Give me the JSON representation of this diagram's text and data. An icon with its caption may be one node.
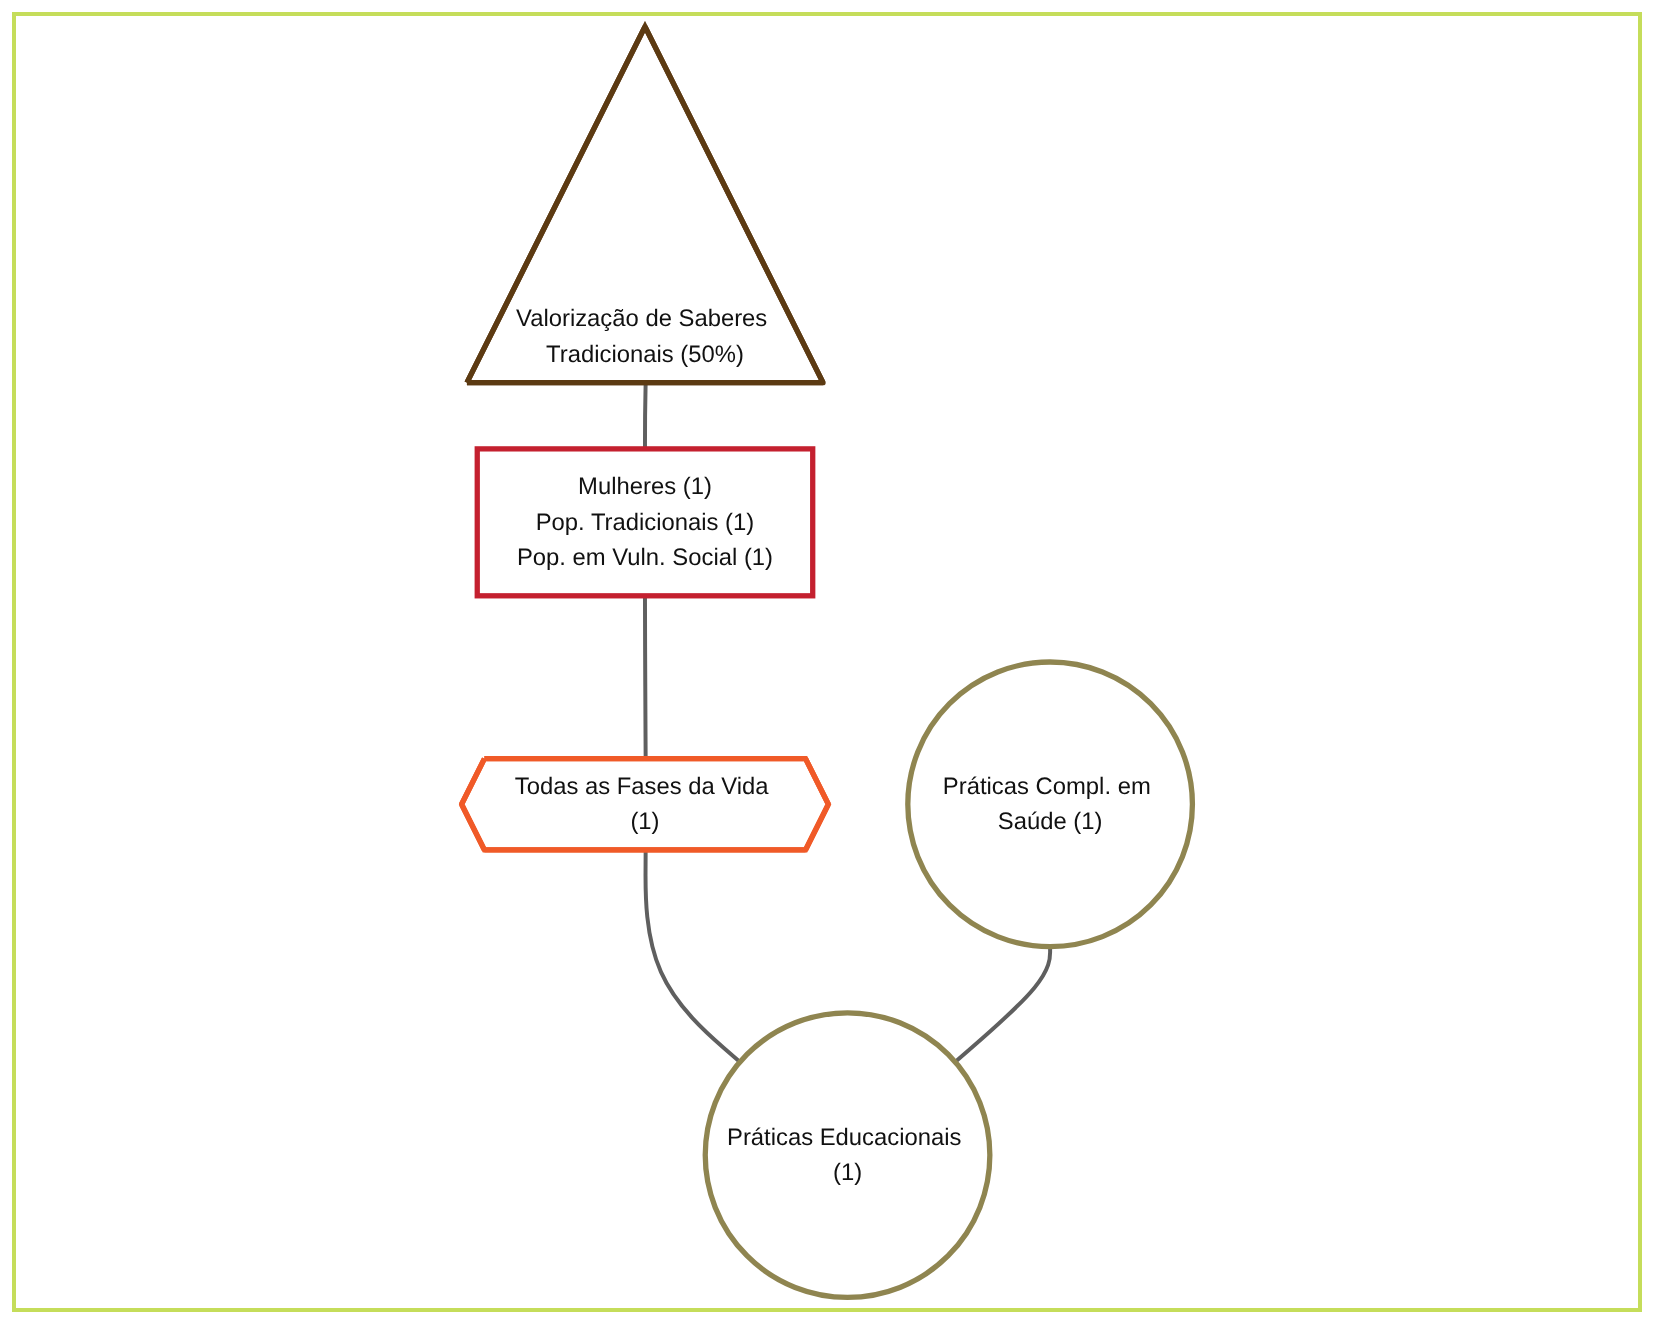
{
  "diagram": {
    "nodes": [
      {
        "text": [
          "Valorização de Saberes Tradicionais (50%)"
        ]
      },
      {
        "text": [
          "Mulheres (1)",
          "Pop. Tradicionais (1)",
          "Pop. em Vuln. Social (1)"
        ]
      },
      {
        "text": [
          "Todas as Fases da Vida (1)"
        ]
      },
      {
        "text": [
          "Práticas Compl. em Saúde (1)"
        ]
      },
      {
        "text": [
          "Práticas Educacionais (1)"
        ]
      }
    ],
    "edges": [
      {
        "from": 0,
        "to": 1,
        "arrow": "none"
      },
      {
        "from": 1,
        "to": 2,
        "arrow": "none"
      },
      {
        "from": 2,
        "to": 4,
        "arrow": "none"
      },
      {
        "from": 3,
        "to": 4,
        "arrow": "none"
      }
    ]
  }
}
